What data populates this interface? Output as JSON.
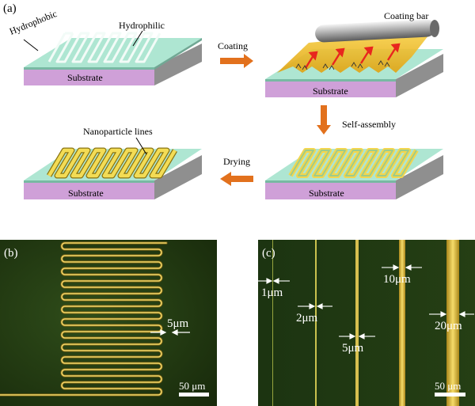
{
  "panel_a": {
    "tag": "(a)",
    "labels": {
      "hydrophobic": "Hydrophobic",
      "hydrophilic": "Hydrophilic",
      "coating_bar": "Coating bar",
      "coating": "Coating",
      "self_assembly": "Self-assembly",
      "drying": "Drying",
      "nanoparticle_lines": "Nanoparticle lines",
      "substrate": "Substrate"
    }
  },
  "panel_b": {
    "tag": "(b)",
    "width_label": "5μm",
    "scale_bar": "50 μm"
  },
  "panel_c": {
    "tag": "(c)",
    "line_labels": [
      "1μm",
      "2μm",
      "5μm",
      "10μm",
      "20μm"
    ],
    "scale_bar": "50 μm"
  },
  "colors": {
    "substrate": "#d7b0df",
    "hydrophobic_surface": "#9fe0c9",
    "liquid": "#f2c21a",
    "arrow": "#e2711d",
    "micrograph_bg": "#1f3b12",
    "gold_line": "#f0d25a"
  }
}
